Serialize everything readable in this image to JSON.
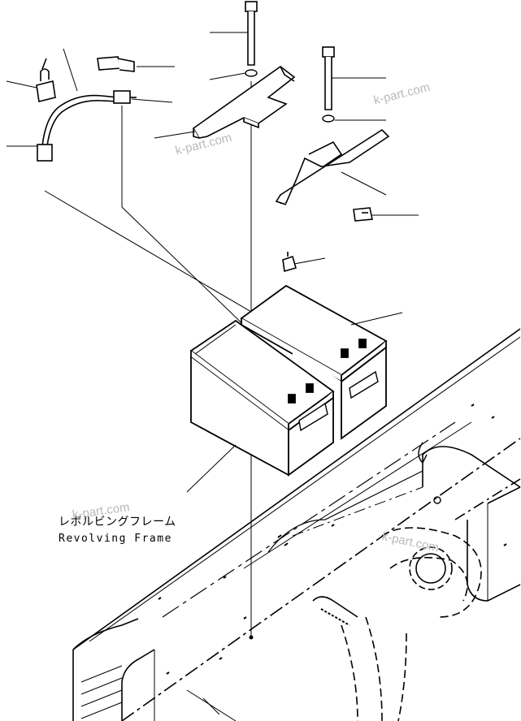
{
  "labels": {
    "frame_name_jp": "レボルビングフレーム",
    "frame_name_en": "Revolving Frame"
  },
  "watermark": "k-part.com",
  "colors": {
    "ink": "#000000",
    "watermark": "#b9b9b9",
    "paper": "#ffffff"
  }
}
